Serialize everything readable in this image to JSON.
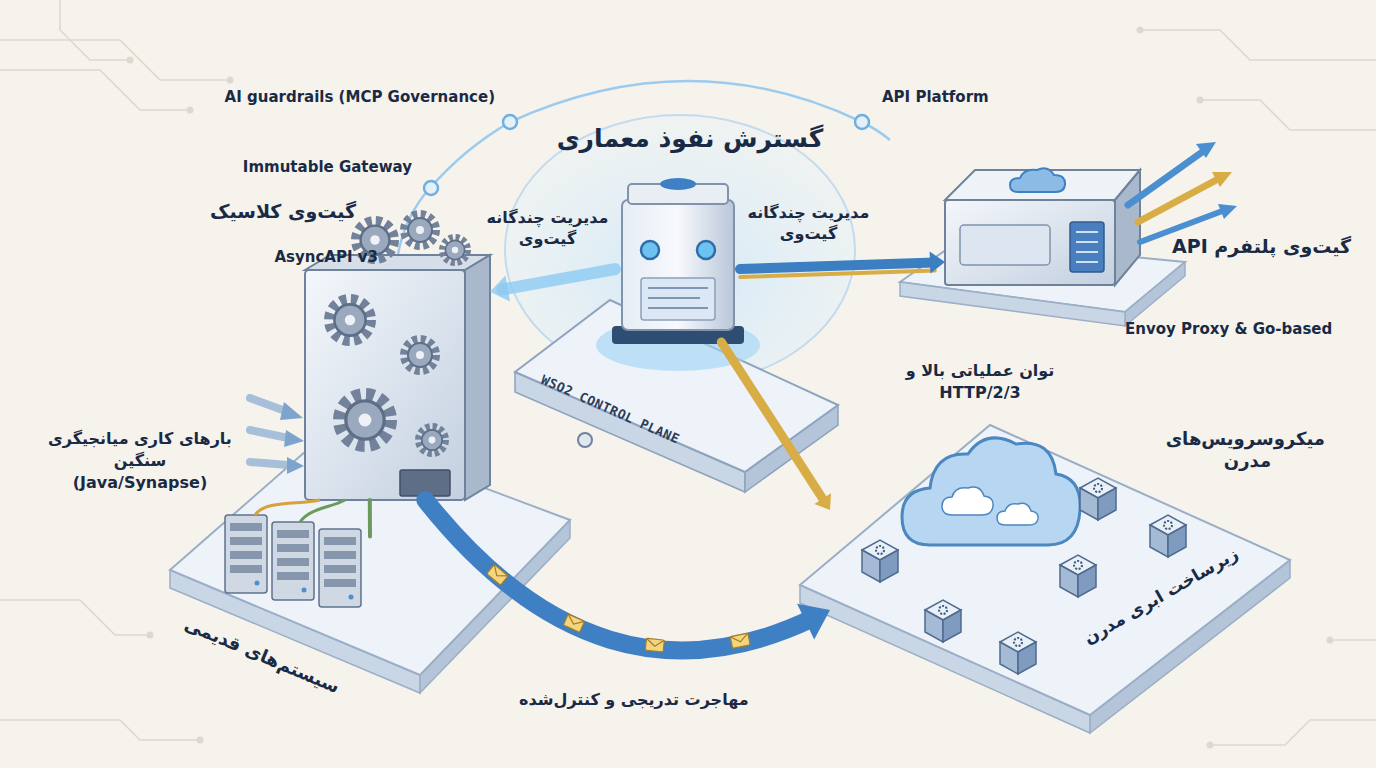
{
  "diagram": {
    "title": "گسترش نفوذ معماری",
    "nodes": [
      {
        "text": [
          "WSO2 CONTROL PLANE"
        ]
      },
      {
        "text": [
          "گیت‌وی پلتفرم API",
          "Envoy Proxy & Go-based"
        ]
      },
      {
        "text": [
          "گیت‌وی کلاسیک"
        ]
      },
      {
        "text": [
          "میکروسرویس‌های مدرن",
          "زیرساخت ابری مدرن"
        ]
      },
      {
        "text": [
          "سیستم‌های قدیمی"
        ]
      }
    ],
    "edges": [
      {
        "from": 0,
        "to": 2,
        "label": "مدیریت چندگانه گیت‌وی",
        "arrow": "to"
      },
      {
        "from": 0,
        "to": 1,
        "label": "مدیریت چندگانه گیت‌وی",
        "arrow": "to"
      },
      {
        "from": 0,
        "to": 3,
        "arrow": "to"
      },
      {
        "from": 4,
        "to": 2,
        "arrow": "none"
      },
      {
        "from": 2,
        "to": 3,
        "label": "مهاجرت تدریجی و کنترل‌شده",
        "arrow": "to"
      }
    ],
    "labels": [
      "AI guardrails (MCP Governance)",
      "Immutable Gateway",
      "AsyncAPI v3",
      "API Platform",
      "بارهای کاری میانجیگری سنگین (Java/Synapse)",
      "توان عملیاتی بالا و HTTP/2/3"
    ]
  }
}
